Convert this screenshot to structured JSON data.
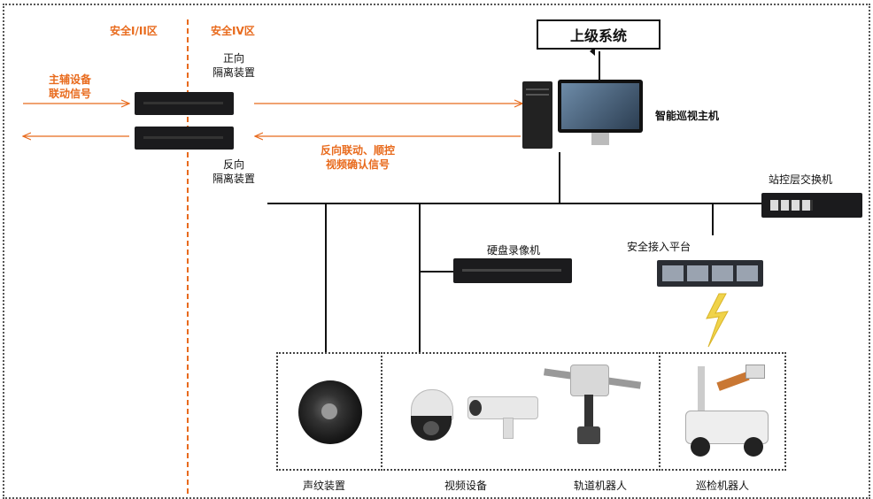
{
  "zones": {
    "zone_1_2": "安全I/II区",
    "zone_4": "安全IV区"
  },
  "signals": {
    "main_aux_line1": "主辅设备",
    "main_aux_line2": "联动信号",
    "reverse_line1": "反向联动、顺控",
    "reverse_line2": "视频确认信号"
  },
  "devices": {
    "forward_isolation_line1": "正向",
    "forward_isolation_line2": "隔离装置",
    "reverse_isolation_line1": "反向",
    "reverse_isolation_line2": "隔离装置",
    "upper_system": "上级系统",
    "host": "智能巡视主机",
    "switch": "站控层交换机",
    "nvr": "硬盘录像机",
    "secure_platform": "安全接入平台"
  },
  "field_devices": {
    "acoustic": "声纹装置",
    "video": "视频设备",
    "rail_robot": "轨道机器人",
    "patrol_robot": "巡检机器人"
  },
  "colors": {
    "accent": "#e86a1c",
    "lightning": "#f0d34a",
    "device_dark": "#1b1b1d"
  }
}
